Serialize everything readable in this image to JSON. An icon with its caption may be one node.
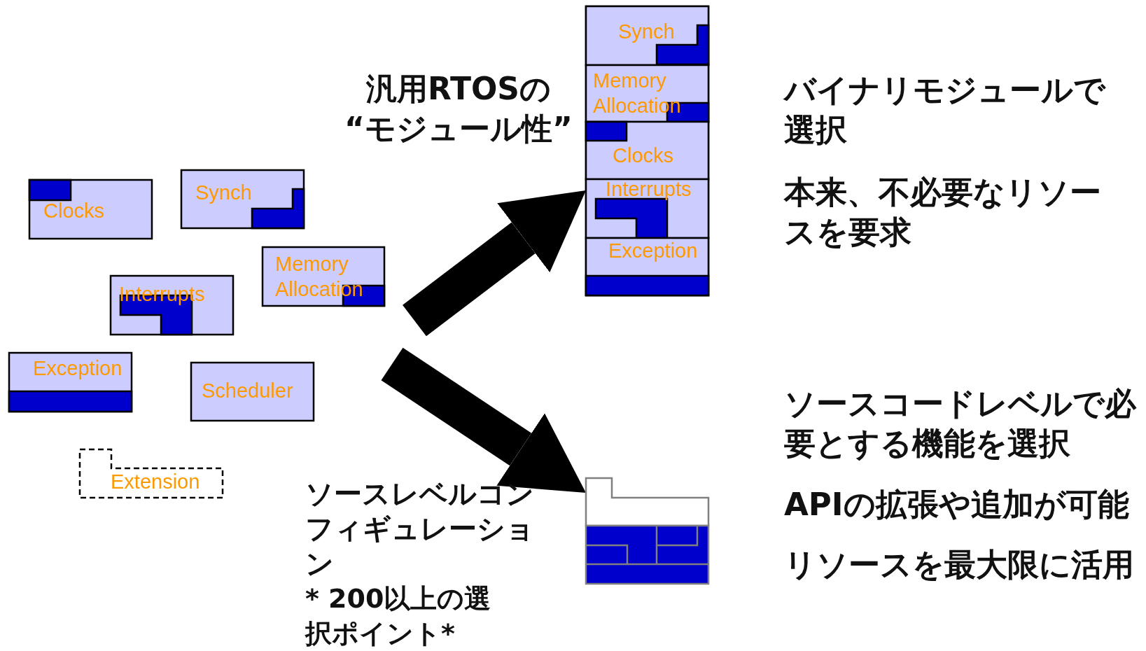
{
  "diagram": {
    "nodes": [
      {
        "text": [
          "Clocks"
        ]
      },
      {
        "text": [
          "Synch"
        ]
      },
      {
        "text": [
          "Memory Allocation"
        ]
      },
      {
        "text": [
          "Interrupts"
        ]
      },
      {
        "text": [
          "Exception"
        ]
      },
      {
        "text": [
          "Scheduler"
        ]
      },
      {
        "text": [
          "Extension"
        ]
      },
      {
        "text": [],
        "shape": "box"
      },
      {
        "text": [
          "Synch"
        ],
        "in": 7
      },
      {
        "text": [
          "Memory Allocation"
        ],
        "in": 7
      },
      {
        "text": [
          "Clocks"
        ],
        "in": 7
      },
      {
        "text": [
          "Interrupts"
        ],
        "in": 7
      },
      {
        "text": [
          "Exception"
        ],
        "in": 7
      },
      {
        "text": [],
        "shape": "box"
      }
    ],
    "edges": [
      {
        "from": null,
        "to": 7,
        "arrow": "to"
      },
      {
        "from": null,
        "to": 13,
        "arrow": "to"
      }
    ],
    "labels": [
      "汎用RTOSの",
      "“モジュール性”",
      "ソースレベルコンフィギュレーション",
      "* 200以上の選択ポイント*",
      "バイナリモジュールで選択",
      "本来、不必要なリソースを要求",
      "ソースコードレベルで必要とする機能を選択",
      "APIの拡張や追加が可能",
      "リソースを最大限に活用"
    ]
  }
}
